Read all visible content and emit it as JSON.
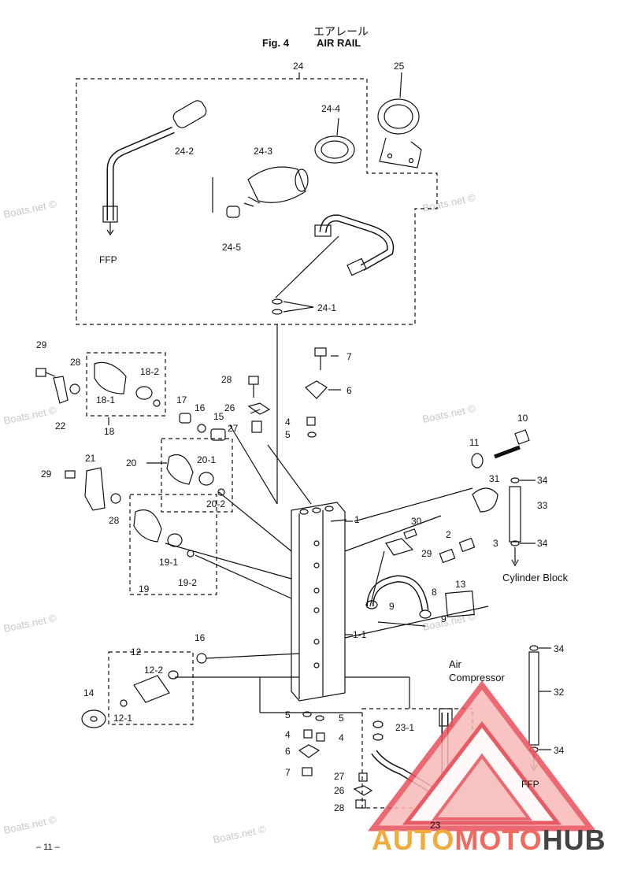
{
  "header": {
    "japanese_title": "エアレール",
    "figure_number": "Fig. 4",
    "english_title": "AIR RAIL"
  },
  "watermark": "Boats.net ©",
  "page_number": "– 11 –",
  "brand": {
    "part1": "AUTO",
    "part2": "MOTO",
    "part3": "HUB",
    "logo_color": "#e8505a",
    "logo_fill": "#f7b9b7"
  },
  "labels": {
    "l24": "24",
    "l25": "25",
    "l24_4": "24-4",
    "l24_2": "24-2",
    "l24_3": "24-3",
    "l24_5": "24-5",
    "l24_1": "24-1",
    "ffp_top": "FFP",
    "l29a": "29",
    "l28a": "28",
    "l18_2": "18-2",
    "l18_1": "18-1",
    "l18": "18",
    "l22": "22",
    "l7a": "7",
    "l6a": "6",
    "l28b": "28",
    "l26a": "26",
    "l17": "17",
    "l16a": "16",
    "l15": "15",
    "l27a": "27",
    "l4a": "4",
    "l5a": "5",
    "l10": "10",
    "l11": "11",
    "l34a": "34",
    "l33": "33",
    "l34b": "34",
    "cyl": "Cylinder Block",
    "l31": "31",
    "l20": "20",
    "l20_1": "20-1",
    "l20_2": "20-2",
    "l21": "21",
    "l29b": "29",
    "l28c": "28",
    "l1": "1",
    "l30": "30",
    "l2": "2",
    "l29c": "29",
    "l3": "3",
    "l13": "13",
    "l8": "8",
    "l9a": "9",
    "l9b": "9",
    "l19_1": "19-1",
    "l19_2": "19-2",
    "l19": "19",
    "l16b": "16",
    "l1_1": "1-1",
    "l12": "12",
    "l12_2": "12-2",
    "l14": "14",
    "l12_1": "12-1",
    "air": "Air",
    "compressor": "Compressor",
    "l34c": "34",
    "l32": "32",
    "l34d": "34",
    "ffp_bot": "FFP",
    "l5b": "5",
    "l5c": "5",
    "l23_1": "23-1",
    "l4b": "4",
    "l4c": "4",
    "l6b": "6",
    "l7b": "7",
    "l27b": "27",
    "l26b": "26",
    "l28d": "28",
    "l23": "23"
  }
}
